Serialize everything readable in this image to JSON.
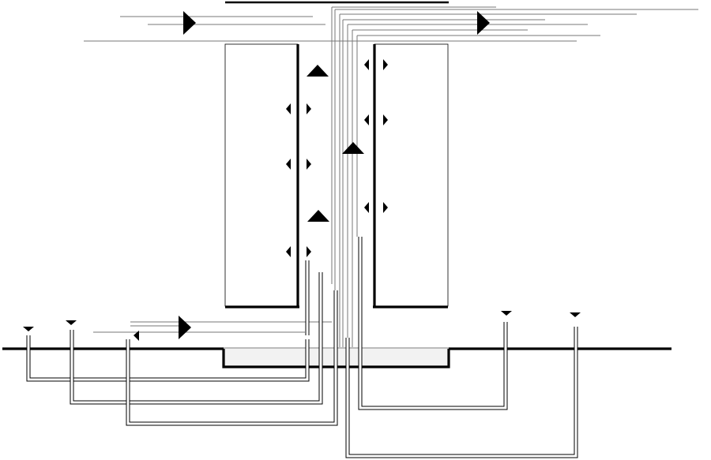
{
  "diagram": {
    "description_visible_text": [],
    "colors": {
      "line": "#000000",
      "pit_fill": "#f2f2f2",
      "background": "#ffffff"
    },
    "elements": {
      "left_panel": "panel",
      "right_panel": "panel",
      "ground_line": "ground",
      "pit": "trench",
      "pipes": "conduit-pipes",
      "flow_arrows": "arrows",
      "level_markers": "markers"
    }
  }
}
